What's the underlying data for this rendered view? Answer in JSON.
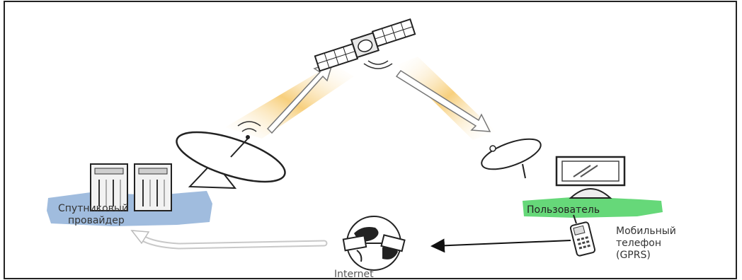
{
  "labels": {
    "provider_line1": "Спутниковый",
    "provider_line2": "провайдер",
    "user": "Пользователь",
    "phone_line1": "Мобильный",
    "phone_line2": "телефон",
    "phone_line3": "(GPRS)",
    "internet": "Internet"
  },
  "colors": {
    "provider_highlight": "#8fb0d8",
    "user_highlight": "#55d46a",
    "beam": "#f6c766",
    "frame": "#222222"
  }
}
